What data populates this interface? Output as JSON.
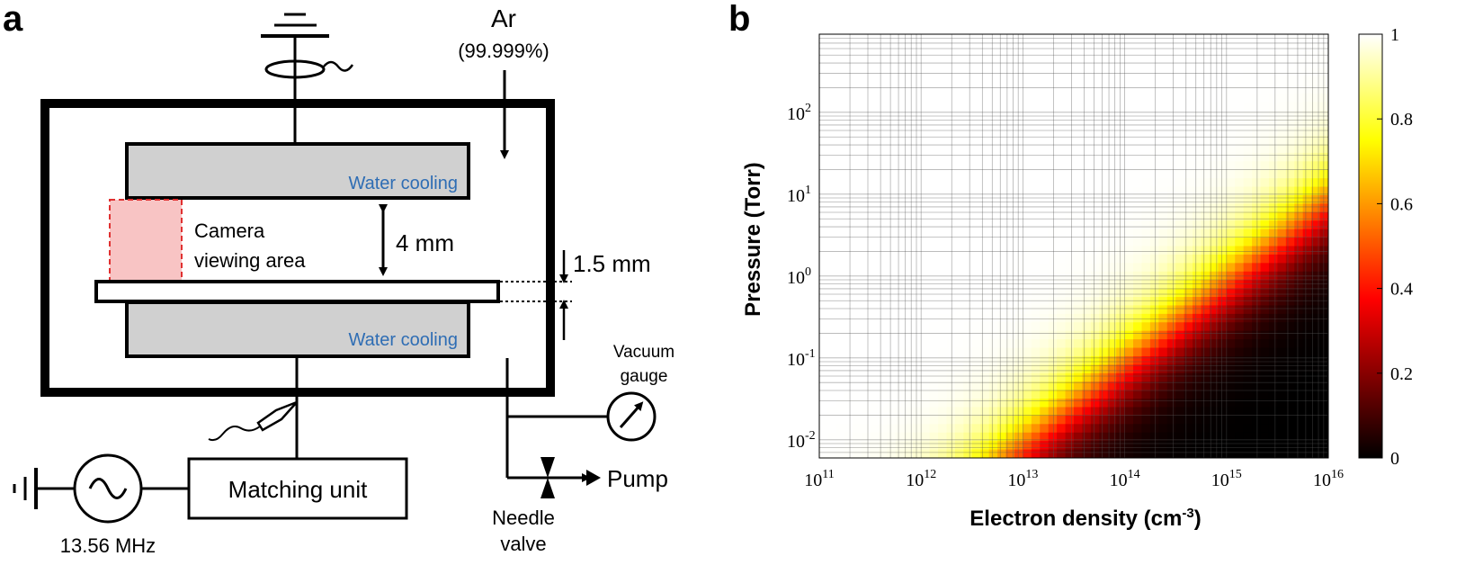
{
  "panel_a": {
    "letter": "a",
    "gas_name": "Ar",
    "gas_purity": "(99.999%)",
    "upper_electrode_label": "Water cooling",
    "lower_electrode_label": "Water cooling",
    "camera_line1": "Camera",
    "camera_line2": "viewing area",
    "gap_label": "4 mm",
    "thickness_label": "1.5 mm",
    "vacuum_line1": "Vacuum",
    "vacuum_line2": "gauge",
    "pump_label": "Pump",
    "needle_line1": "Needle",
    "needle_line2": "valve",
    "matching_label": "Matching unit",
    "frequency_label": "13.56 MHz",
    "colors": {
      "water_cooling_text": "#2e6db4",
      "electrode_fill": "#d0d0d0",
      "camera_fill": "#f8c4c4",
      "camera_border": "#e03030"
    }
  },
  "panel_b": {
    "letter": "b",
    "chart_data": {
      "type": "heatmap",
      "xlabel": "Electron density (cm",
      "xlabel_sup": "-3",
      "xlabel_end": ")",
      "ylabel": "Pressure (Torr)",
      "x_scale": "log",
      "y_scale": "log",
      "xlim": [
        100000000000.0,
        1e+16
      ],
      "ylim": [
        0.006,
        900
      ],
      "x_ticks": [
        {
          "base": "10",
          "exp": "11",
          "value": 100000000000.0
        },
        {
          "base": "10",
          "exp": "12",
          "value": 1000000000000.0
        },
        {
          "base": "10",
          "exp": "13",
          "value": 10000000000000.0
        },
        {
          "base": "10",
          "exp": "14",
          "value": 100000000000000.0
        },
        {
          "base": "10",
          "exp": "15",
          "value": 1000000000000000.0
        },
        {
          "base": "10",
          "exp": "16",
          "value": 1e+16
        }
      ],
      "y_ticks": [
        {
          "base": "10",
          "exp": "-2",
          "value": 0.01
        },
        {
          "base": "10",
          "exp": "-1",
          "value": 0.1
        },
        {
          "base": "10",
          "exp": "0",
          "value": 1
        },
        {
          "base": "10",
          "exp": "1",
          "value": 10
        },
        {
          "base": "10",
          "exp": "2",
          "value": 100
        }
      ],
      "colorbar": {
        "min": 0,
        "max": 1,
        "ticks": [
          "0",
          "0.2",
          "0.4",
          "0.6",
          "0.8",
          "1"
        ],
        "colormap": "hot"
      },
      "grid": true,
      "value_description_points": [
        {
          "x": 10000000000000.0,
          "y": 0.01,
          "value": 0.85
        },
        {
          "x": 100000000000000.0,
          "y": 0.1,
          "value": 0.85
        },
        {
          "x": 1000000000000000.0,
          "y": 1,
          "value": 0.85
        },
        {
          "x": 1e+16,
          "y": 10,
          "value": 0.85
        }
      ]
    }
  }
}
